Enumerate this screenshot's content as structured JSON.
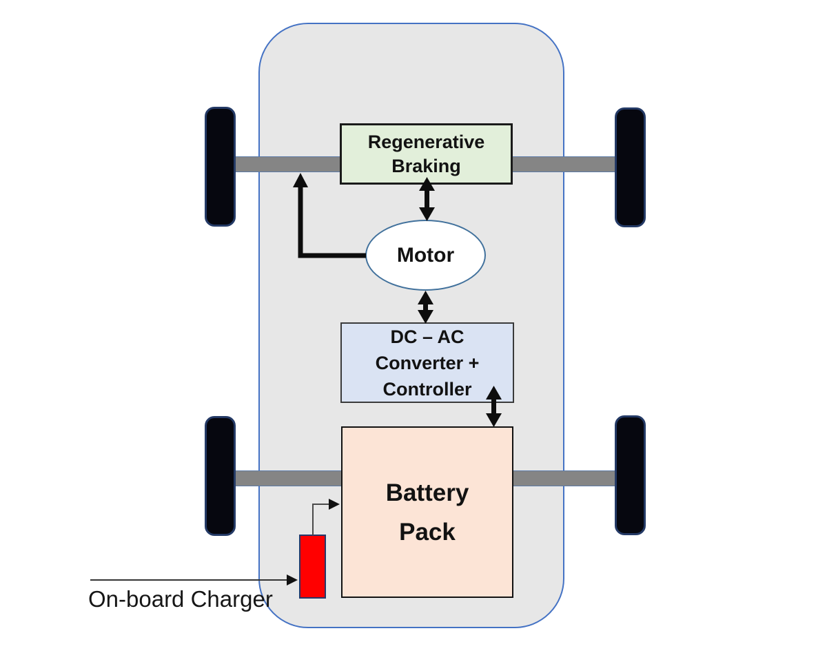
{
  "diagram": {
    "type": "ev-architecture-schematic",
    "blocks": {
      "regen": {
        "line1": "Regenerative",
        "line2": "Braking",
        "fill": "#e2efda"
      },
      "motor": {
        "label": "Motor",
        "fill": "#ffffff"
      },
      "dcac": {
        "line1": "DC – AC",
        "line2": "Converter +",
        "line3": "Controller",
        "fill": "#dae3f3"
      },
      "battery": {
        "line1": "Battery",
        "line2": "Pack",
        "fill": "#fce4d6"
      },
      "charger": {
        "label": "On-board Charger",
        "fill": "#ff0000"
      }
    },
    "connections": [
      {
        "from": "regen",
        "to": "motor",
        "style": "double-arrow"
      },
      {
        "from": "motor",
        "to": "dcac",
        "style": "double-arrow"
      },
      {
        "from": "dcac",
        "to": "battery",
        "style": "double-arrow"
      },
      {
        "from": "motor",
        "to": "front-axle",
        "style": "elbow-arrow"
      },
      {
        "from": "charger",
        "to": "battery",
        "style": "thin-elbow-arrow"
      },
      {
        "from": "charger-label",
        "to": "charger",
        "style": "thin-arrow"
      }
    ],
    "colors": {
      "car_body_fill": "#e7e7e7",
      "car_body_border": "#4472c4",
      "axle_fill": "#858585",
      "wheel_fill": "#06070f",
      "arrow_thick": "#0d0d0d",
      "arrow_thin": "#4a4a4a",
      "charger_fill": "#ff0000",
      "charger_border": "#24396b"
    }
  }
}
